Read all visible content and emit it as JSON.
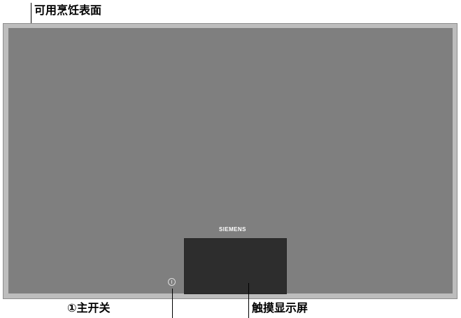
{
  "labels": {
    "cooking_surface": "可用烹饪表面",
    "main_switch": "①主开关",
    "touch_display": "触摸显示屏"
  },
  "brand": {
    "name": "SIEMENS"
  },
  "colors": {
    "surface": "#7f7f7f",
    "frame": "#bdbdbd",
    "display": "#2d2d2d",
    "text": "#000000",
    "brand_text": "#ffffff"
  }
}
